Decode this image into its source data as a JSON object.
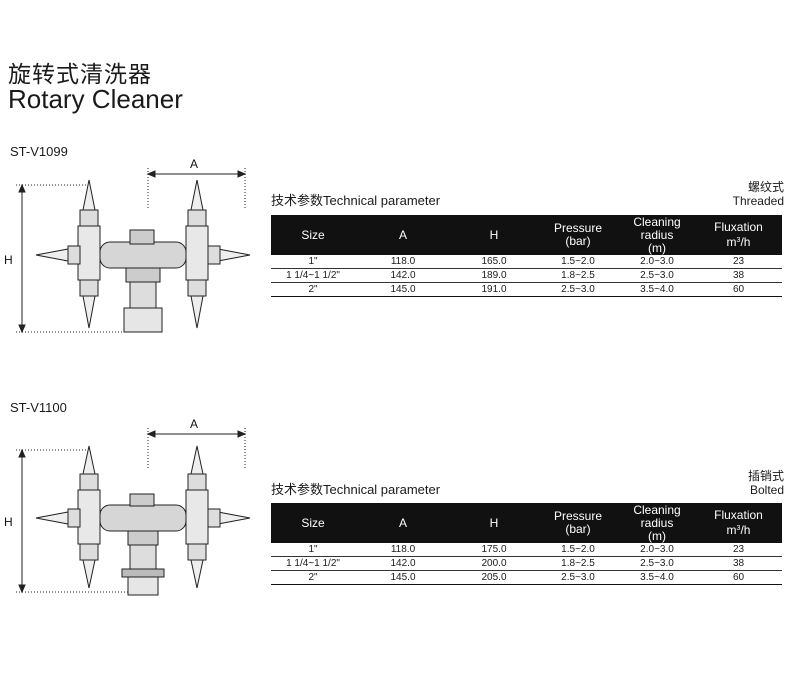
{
  "title": {
    "cn": "旋转式清洗器",
    "en": "Rotary Cleaner"
  },
  "columns": [
    "Size",
    "A",
    "H",
    "Pressure\n(bar)",
    "Cleaning\nradius\n(m)",
    "Fluxation\nm³/h"
  ],
  "products": [
    {
      "model": "ST-V1099",
      "param_title": "技术参数Technical parameter",
      "type_cn": "螺纹式",
      "type_en": "Threaded",
      "dim_a": "A",
      "dim_h": "H",
      "rows": [
        [
          "1\"",
          "118.0",
          "165.0",
          "1.5~2.0",
          "2.0~3.0",
          "23"
        ],
        [
          "1 1/4~1 1/2\"",
          "142.0",
          "189.0",
          "1.8~2.5",
          "2.5~3.0",
          "38"
        ],
        [
          "2\"",
          "145.0",
          "191.0",
          "2.5~3.0",
          "3.5~4.0",
          "60"
        ]
      ]
    },
    {
      "model": "ST-V1100",
      "param_title": "技术参数Technical parameter",
      "type_cn": "插销式",
      "type_en": "Bolted",
      "dim_a": "A",
      "dim_h": "H",
      "rows": [
        [
          "1\"",
          "118.0",
          "175.0",
          "1.5~2.0",
          "2.0~3.0",
          "23"
        ],
        [
          "1 1/4~1 1/2\"",
          "142.0",
          "200.0",
          "1.8~2.5",
          "2.5~3.0",
          "38"
        ],
        [
          "2\"",
          "145.0",
          "205.0",
          "2.5~3.0",
          "3.5~4.0",
          "60"
        ]
      ]
    }
  ]
}
